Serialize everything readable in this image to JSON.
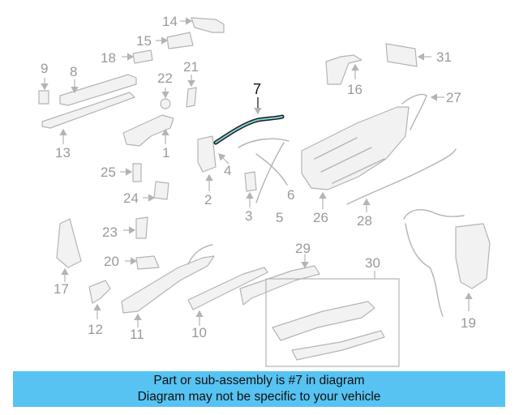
{
  "labels": {
    "p1": "1",
    "p2": "2",
    "p3": "3",
    "p4": "4",
    "p5": "5",
    "p6": "6",
    "p7": "7",
    "p8": "8",
    "p9": "9",
    "p10": "10",
    "p11": "11",
    "p12": "12",
    "p13": "13",
    "p14": "14",
    "p15": "15",
    "p16": "16",
    "p17": "17",
    "p18": "18",
    "p19": "19",
    "p20": "20",
    "p21": "21",
    "p22": "22",
    "p23": "23",
    "p24": "24",
    "p25": "25",
    "p26": "26",
    "p27": "27",
    "p28": "28",
    "p29": "29",
    "p30": "30",
    "p31": "31"
  },
  "highlighted_part": "7",
  "colors": {
    "banner": "#57c3f3",
    "highlight": "#7fd3d9",
    "line_art": "#b4b4b4"
  },
  "banner": {
    "line1": "Part or sub-assembly is #7 in diagram",
    "line2": "Diagram may not be specific to your vehicle"
  }
}
